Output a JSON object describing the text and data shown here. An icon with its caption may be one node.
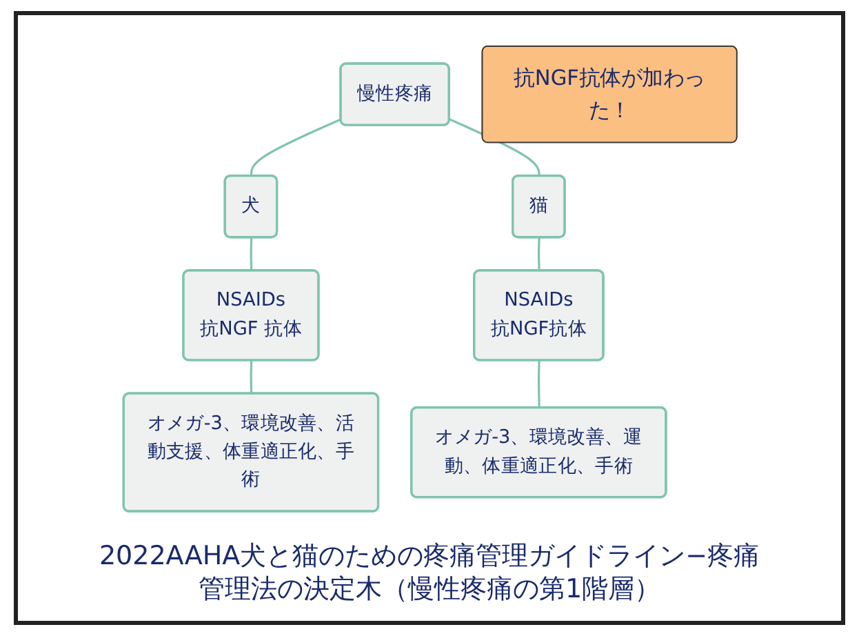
{
  "diagram": {
    "caption": "2022AAHA犬と猫のための疼痛管理ガイドライン−疼痛管理法の決定木（慢性疼痛の第1階層）",
    "nodes": [
      {
        "text": [
          "慢性疼痛"
        ]
      },
      {
        "text": [
          "犬"
        ]
      },
      {
        "text": [
          "猫"
        ]
      },
      {
        "text": [
          "NSAIDs",
          "抗NGF 抗体"
        ]
      },
      {
        "text": [
          "抗NGF抗体が加わった！"
        ]
      },
      {
        "text": [
          "NSAIDs",
          "抗NGF抗体"
        ]
      },
      {
        "text": [
          "オメガ-3、環境改善、活動支援、体重適正化、手術"
        ]
      },
      {
        "text": [
          "オメガ-3、環境改善、運動、体重適正化、手術"
        ]
      }
    ],
    "edges": [
      {
        "from": 0,
        "to": 1,
        "arrow": "none"
      },
      {
        "from": 0,
        "to": 2,
        "arrow": "none"
      },
      {
        "from": 1,
        "to": 3,
        "arrow": "none"
      },
      {
        "from": 3,
        "to": 6,
        "arrow": "none"
      },
      {
        "from": 2,
        "to": 5,
        "arrow": "none"
      },
      {
        "from": 5,
        "to": 7,
        "arrow": "none"
      }
    ]
  }
}
